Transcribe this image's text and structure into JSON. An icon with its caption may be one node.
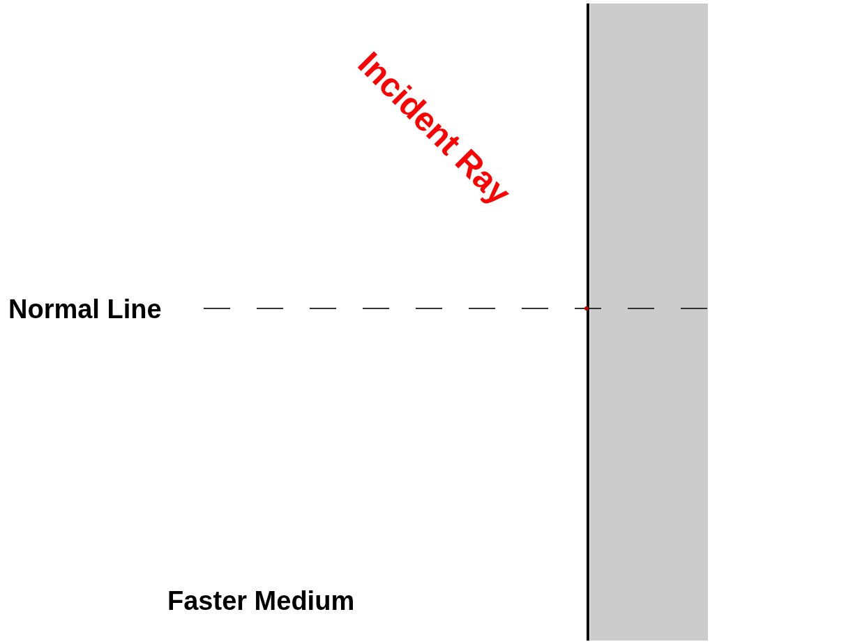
{
  "diagram": {
    "labels": [
      "Incident Ray",
      "Normal Line",
      "Faster Medium"
    ]
  }
}
